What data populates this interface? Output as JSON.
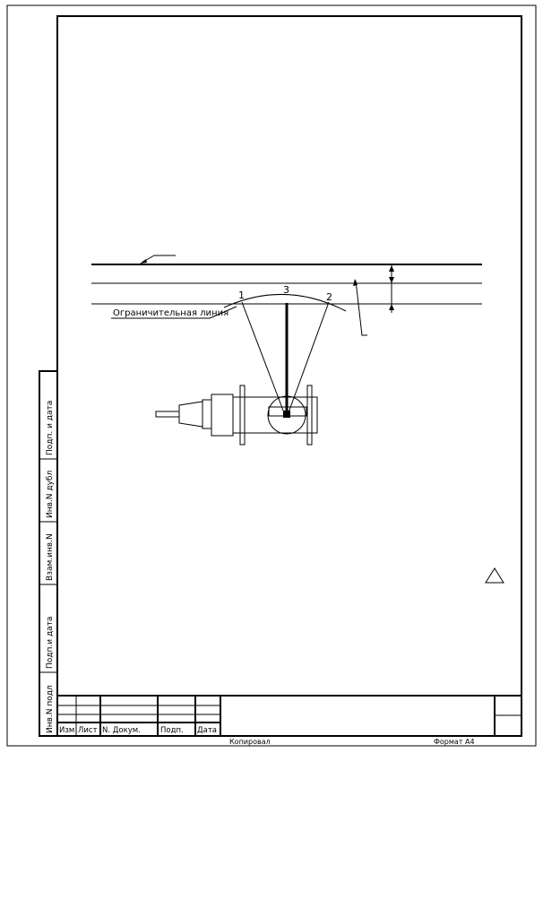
{
  "drawing": {
    "restriction_label": "Ограничительная линия",
    "point_labels": [
      "1",
      "3",
      "2"
    ]
  },
  "side_stamp": {
    "cells": [
      "Инв.N подл",
      "Подп.и дата",
      "Взам.инв.N",
      "Инв.N дубл",
      "Подп. и дата"
    ]
  },
  "title_block": {
    "headers": [
      "Изм",
      "Лист",
      "N. Докум.",
      "Подп.",
      "Дата"
    ]
  },
  "footer": {
    "copied": "Копировал",
    "format": "Формат А4"
  }
}
